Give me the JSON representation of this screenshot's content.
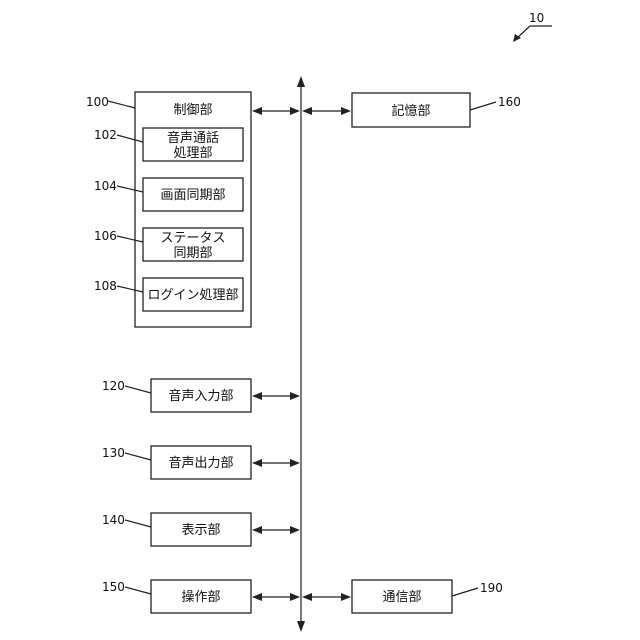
{
  "figure_ref": "10",
  "control_unit": {
    "ref": "100",
    "label": "制御部",
    "submodules": [
      {
        "ref": "102",
        "lines": [
          "音声通話",
          "処理部"
        ]
      },
      {
        "ref": "104",
        "lines": [
          "画面同期部"
        ]
      },
      {
        "ref": "106",
        "lines": [
          "ステータス",
          "同期部"
        ]
      },
      {
        "ref": "108",
        "lines": [
          "ログイン処理部"
        ]
      }
    ]
  },
  "storage": {
    "ref": "160",
    "label": "記憶部"
  },
  "io_units": [
    {
      "ref": "120",
      "label": "音声入力部"
    },
    {
      "ref": "130",
      "label": "音声出力部"
    },
    {
      "ref": "140",
      "label": "表示部"
    },
    {
      "ref": "150",
      "label": "操作部"
    }
  ],
  "communication": {
    "ref": "190",
    "label": "通信部"
  }
}
